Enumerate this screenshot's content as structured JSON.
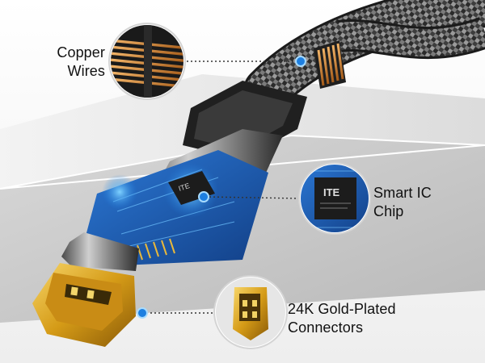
{
  "callouts": {
    "copper_wires": {
      "line1": "Copper",
      "line2": "Wires",
      "icon": "copper-wires-closeup"
    },
    "smart_ic_chip": {
      "line1": "Smart IC",
      "line2": "Chip",
      "icon": "ic-chip-closeup",
      "chip_text": "ITE"
    },
    "gold_connectors": {
      "line1": "24K Gold-Plated",
      "line2": "Connectors",
      "icon": "gold-connector-closeup"
    }
  },
  "colors": {
    "accent_blue": "#1e7fe0",
    "gold": "#d9a520",
    "copper": "#d98a3a",
    "pcb": "#1f5aa8"
  }
}
